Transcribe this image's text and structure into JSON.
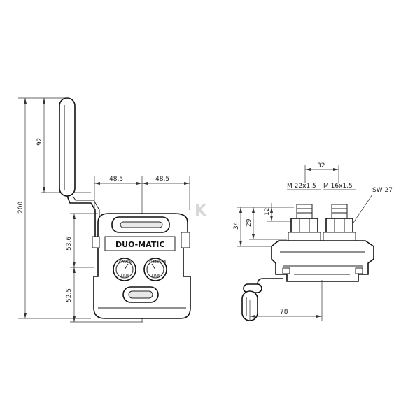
{
  "front_view": {
    "dim_total_height": "200",
    "dim_handle": "92",
    "dim_half_width_left": "48,5",
    "dim_half_width_right": "48,5",
    "dim_upper": "53,6",
    "dim_lower": "52,5",
    "brand_label": "DUO-MATIC",
    "gauge_left_label": "LINE",
    "gauge_right_label": "LINE",
    "gauge_left_caption": "GAUGE",
    "gauge_right_caption": "PRESSURE"
  },
  "side_view": {
    "dim_spacing": "32",
    "thread_left": "M 22x1,5",
    "thread_right": "M 16x1,5",
    "wrench_size": "SW 27",
    "dim_height_34": "34",
    "dim_height_29": "29",
    "dim_height_12": "12",
    "dim_length_78": "78"
  },
  "watermark": "K"
}
